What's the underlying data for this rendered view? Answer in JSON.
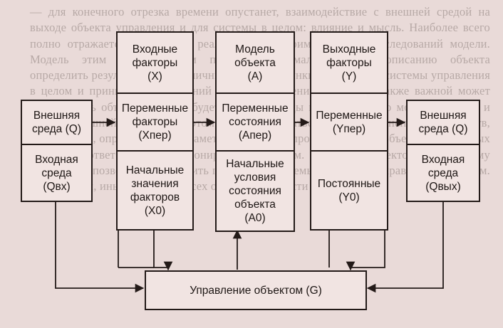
{
  "background_text": "— для конечного отрезка времени опустанет, взаимодействие с внешней средой на выходе объекта управления и для системы в целом: влияние и мысль. Наиболее всего полно отражается объект для реализации экспериментальных исследований модели. Модель этим исследованием позволяет формализованному описанию объекта определить результаты при различных условиях функционирования системы управления в целом и принимаемых решений с учётом значений факторов. Также важной может быть модель объекта которой будет, а также входы и выходы этого модели объекта и связь с внешней средой. При этом могут учитываться разные изменения пространств, переменных, определяемых параметров, и модели прогнозирования объекта в их прямых целях. Соответствия функционирования систем. Модели объектов на систему управления позволяют определить параметры системы и функции управления объектом. Модель 10 и, иные в этом для всех о и эффективности при",
  "colors": {
    "background": "#e9dad8",
    "box_fill": "#f1e4e2",
    "ink": "#1e1715"
  },
  "env_in": {
    "top": [
      "Внешняя",
      "среда (Q)"
    ],
    "bottom": [
      "Входная",
      "среда",
      "(Qвх)"
    ]
  },
  "inputs": {
    "top": [
      "Входные",
      "факторы",
      "(X)"
    ],
    "mid": [
      "Переменные",
      "факторы",
      "(Xпер)"
    ],
    "bottom": [
      "Начальные",
      "значения",
      "факторов",
      "(X0)"
    ]
  },
  "model": {
    "top": [
      "Модель",
      "объекта",
      "(A)"
    ],
    "mid": [
      "Переменные",
      "состояния",
      "(Aпер)"
    ],
    "bottom": [
      "Начальные",
      "условия",
      "состояния",
      "объекта",
      "(A0)"
    ]
  },
  "outputs": {
    "top": [
      "Выходные",
      "факторы",
      "(Y)"
    ],
    "mid": [
      "Переменные",
      "(Yпер)"
    ],
    "bottom": [
      "Постоянные",
      "(Y0)"
    ]
  },
  "env_out": {
    "top": [
      "Внешняя",
      "среда (Q)"
    ],
    "bottom": [
      "Входная",
      "среда",
      "(Qвых)"
    ]
  },
  "control": "Управление объектом (G)"
}
